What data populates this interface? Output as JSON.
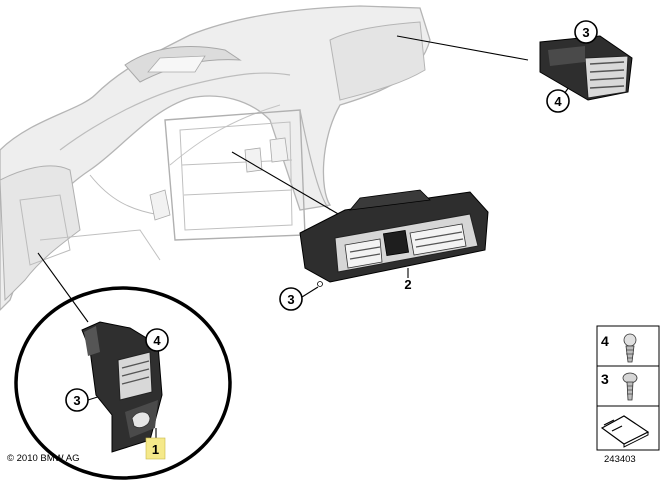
{
  "diagram": {
    "callouts": [
      {
        "id": "vent-right-screw",
        "label": "3"
      },
      {
        "id": "vent-right-clip",
        "label": "4"
      },
      {
        "id": "vent-center-screw",
        "label": "3"
      },
      {
        "id": "vent-center",
        "label": "2"
      },
      {
        "id": "vent-left-clip",
        "label": "4"
      },
      {
        "id": "vent-left-screw",
        "label": "3"
      },
      {
        "id": "vent-left",
        "label": "1"
      }
    ],
    "legend": {
      "items": [
        {
          "label": "4",
          "icon": "clip-screw-icon"
        },
        {
          "label": "3",
          "icon": "screw-icon"
        },
        {
          "label": "",
          "icon": "part-removal-arrow-icon"
        }
      ]
    },
    "copyright": "© 2010 BMW AG",
    "drawing_number": "243403",
    "colors": {
      "dashboard_fill": "#eeeeee",
      "dashboard_stroke": "#b0b0b0",
      "part_dark": "#2e2e2e",
      "highlight_label": "#f5e98a",
      "ellipse": "#000000"
    }
  }
}
